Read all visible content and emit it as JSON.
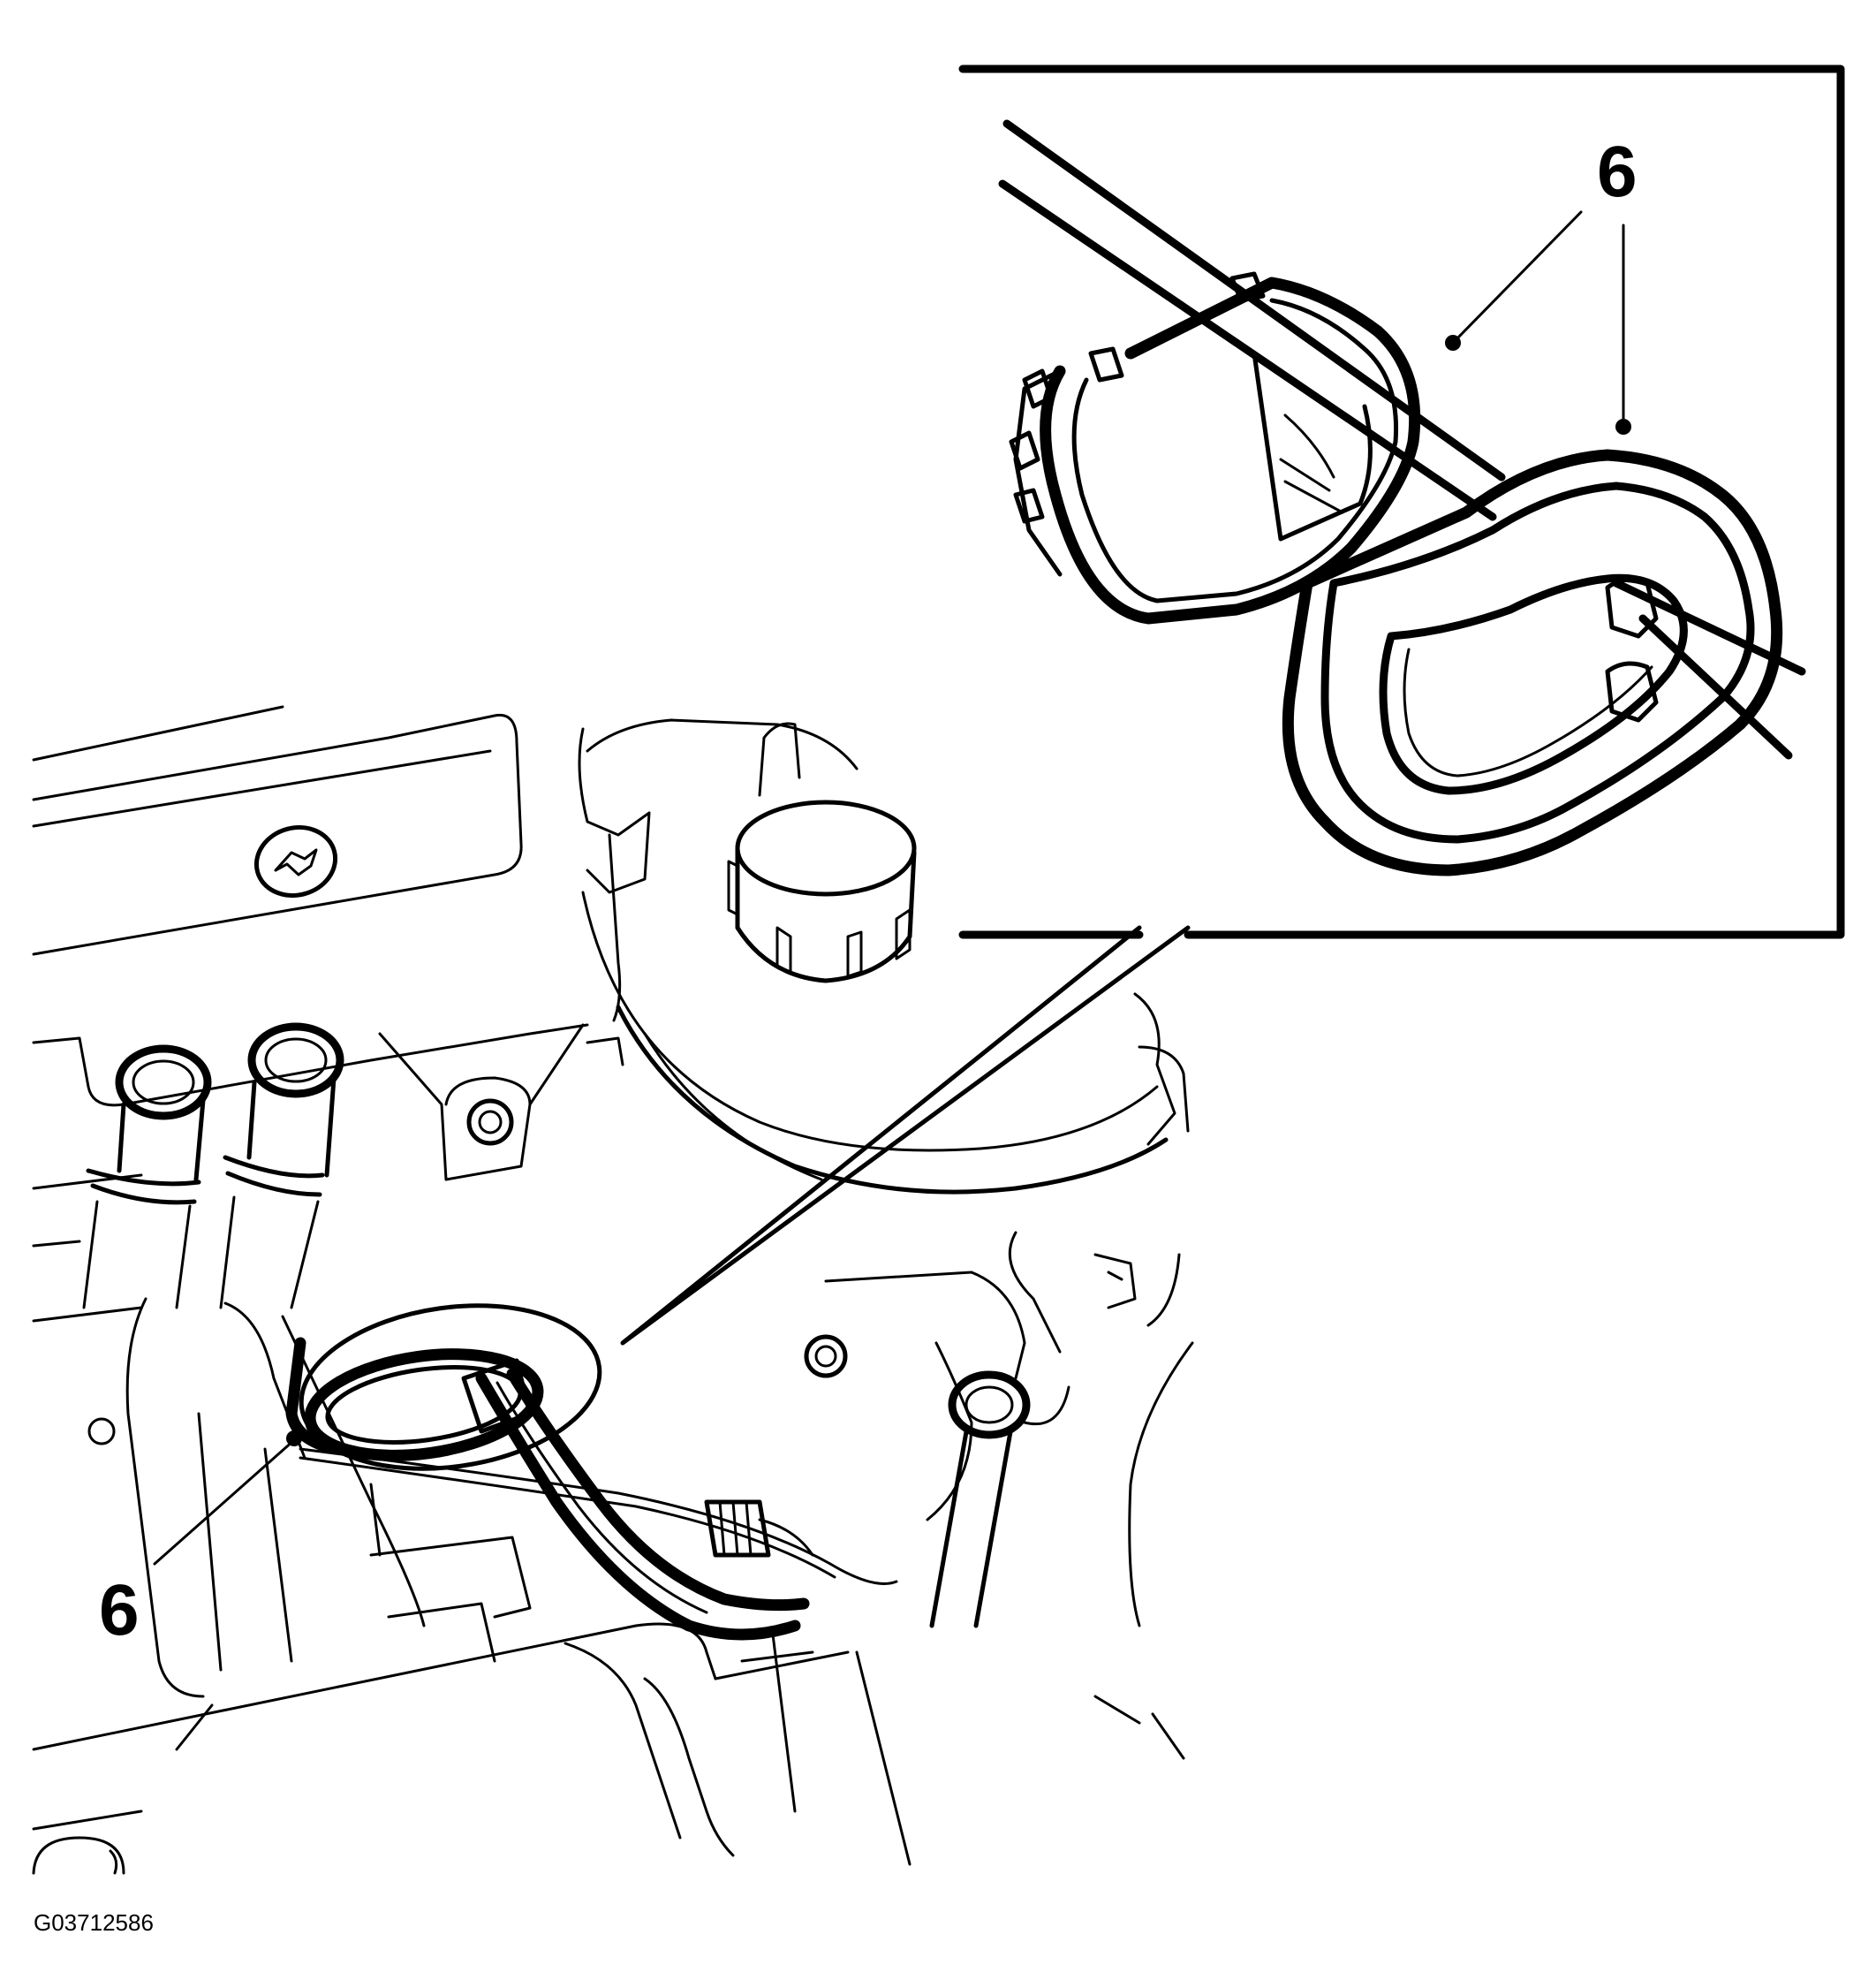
{
  "figure": {
    "figure_id": "G03712586",
    "callouts": [
      {
        "label": "6"
      },
      {
        "label": "6"
      },
      {
        "label": "6"
      }
    ],
    "colors": {
      "line": "#000000",
      "background": "#ffffff"
    }
  }
}
